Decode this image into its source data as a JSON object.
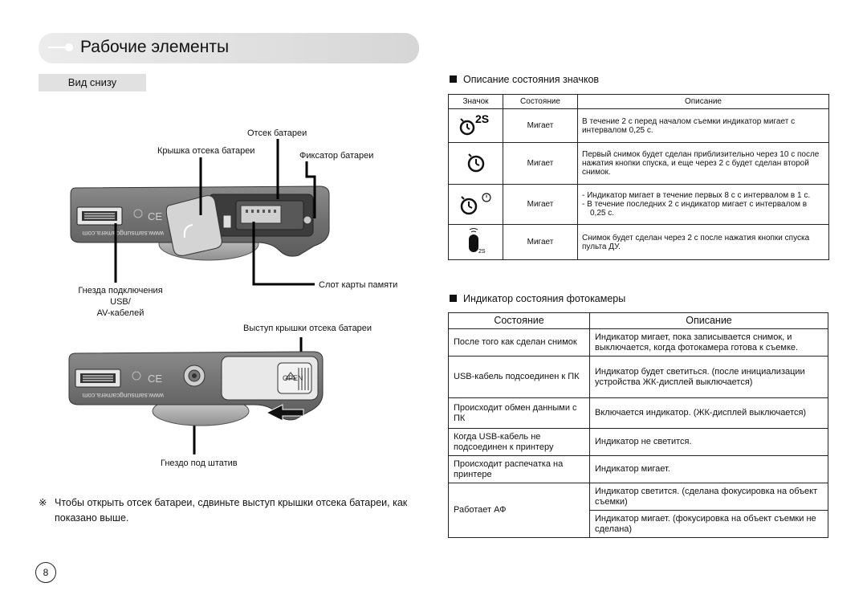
{
  "header": {
    "title": "Рабочие элементы"
  },
  "view_tab": "Вид снизу",
  "top_camera": {
    "labels": {
      "battery_compartment": "Отсек батареи",
      "battery_cover": "Крышка отсека батареи",
      "battery_latch": "Фиксатор батареи",
      "usb_av_port": "Гнезда подключения USB/\nAV-кабелей",
      "memory_slot": "Слот карты памяти"
    },
    "website_text": "www.samsungcamera.com"
  },
  "bottom_camera": {
    "labels": {
      "cover_tab": "Выступ крышки отсека батареи",
      "tripod": "Гнездо под штатив"
    },
    "website_text": "www.samsungcamera.com"
  },
  "note": {
    "mark": "※",
    "text": "Чтобы открыть отсек батареи, сдвиньте выступ крышки отсека батареи, как показано выше."
  },
  "page_number": "8",
  "icon_table": {
    "title": "Описание состояния значков",
    "headers": [
      "Значок",
      "Состояние",
      "Описание"
    ],
    "rows": [
      {
        "icon": "timer-2s-icon",
        "icon_text": "2S",
        "state": "Мигает",
        "description": "В течение 2 с перед началом съемки индикатор мигает с интервалом 0,25 с."
      },
      {
        "icon": "timer-10s-icon",
        "icon_text": "",
        "state": "Мигает",
        "description": "Первый снимок будет сделан приблизительно через 10 с после нажатия кнопки спуска, и еще через 2 с будет сделан второй снимок."
      },
      {
        "icon": "double-timer-icon",
        "icon_text": "",
        "state": "Мигает",
        "description_lines": [
          "Индикатор мигает в течение первых 8 с с интервалом в 1 с.",
          "В течение последних 2 с индикатор мигает с интервалом в 0,25 с."
        ]
      },
      {
        "icon": "remote-control-icon",
        "icon_text": "2S",
        "state": "Мигает",
        "description": "Снимок будет сделан через 2 с после нажатия кнопки спуска пульта ДУ."
      }
    ]
  },
  "status_table": {
    "title": "Индикатор состояния фотокамеры",
    "headers": [
      "Состояние",
      "Описание"
    ],
    "rows": [
      {
        "state": "После того как сделан снимок",
        "description": "Индикатор мигает, пока записывается снимок, и выключается, когда фотокамера готова к съемке."
      },
      {
        "state": "USB-кабель подсоединен к ПК",
        "description": "Индикатор будет светиться. (после инициализации устройства ЖК-дисплей выключается)"
      },
      {
        "state": "Происходит обмен данными с ПК",
        "description": "Включается индикатор. (ЖК-дисплей выключается)"
      },
      {
        "state": "Когда USB-кабель не подсоединен к принтеру",
        "description": "Индикатор не светится."
      },
      {
        "state": "Происходит распечатка на принтере",
        "description": "Индикатор мигает."
      },
      {
        "state": "Работает АФ",
        "description": "Индикатор светится. (сделана фокусировка на объект съемки)"
      },
      {
        "state": "",
        "description": "Индикатор мигает. (фокусировка на объект съемки не сделана)"
      }
    ]
  }
}
